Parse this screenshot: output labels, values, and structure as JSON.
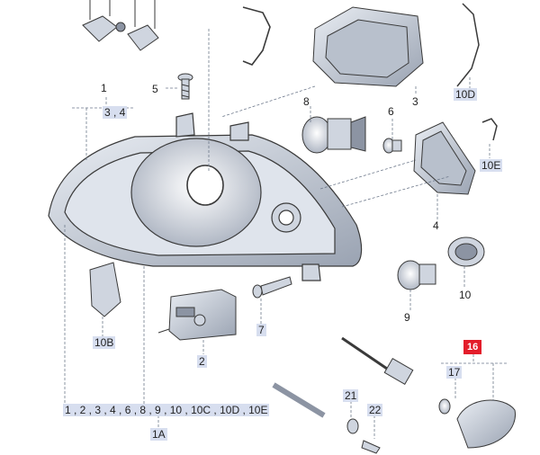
{
  "labels": {
    "l1": "1",
    "l34": "3 , 4",
    "l5": "5",
    "l8": "8",
    "l6": "6",
    "l3": "3",
    "l10d": "10D",
    "l10e": "10E",
    "l4": "4",
    "l10": "10",
    "l9": "9",
    "l7": "7",
    "l2": "2",
    "l10b": "10B",
    "l16": "16",
    "l17": "17",
    "l21": "21",
    "l22": "22",
    "l1a_list": "1 , 2 , 3 , 4 , 6 , 8 , 9 , 10 , 10C , 10D , 10E",
    "l1a": "1A"
  },
  "colors": {
    "line": "#3a3a3a",
    "part_fill": "#cfd5df",
    "part_dark": "#8c94a3",
    "highlight": "#e31d2b",
    "tag_bg": "#d7deef",
    "leader": "#6f7a8c"
  }
}
